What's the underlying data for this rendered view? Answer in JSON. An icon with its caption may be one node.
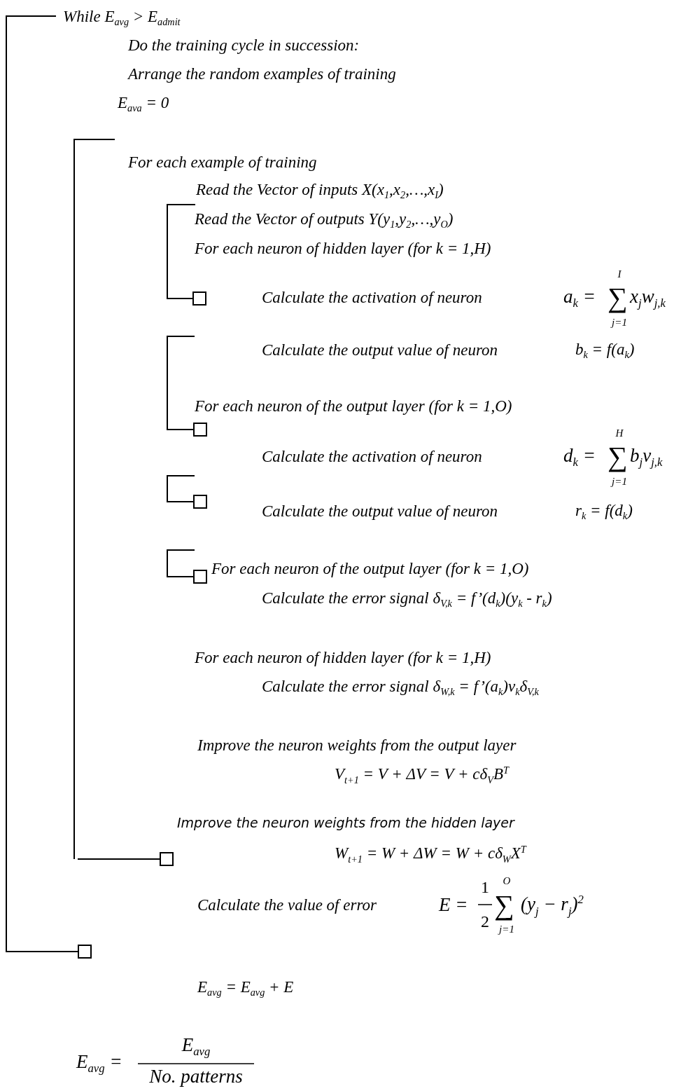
{
  "diagram": {
    "labels": [
      "While E$_{avg}$ > E$_{admit}$",
      "Do the training cycle in succession:",
      "Arrange the random examples of training",
      "E$_{ava}$ = 0",
      "For each example of training",
      "Read the Vector of inputs X(x$_{1}$,x$_{2}$,…,x$_{I}$)",
      "Read the Vector of outputs Y(y$_{1}$,y$_{2}$,…,y$_{O}$)",
      "For each neuron of hidden layer (for k = 1,H)",
      "Calculate the activation of neuron",
      "a$_{k}$ =",
      "∑",
      "I",
      "j=1",
      "x$_{j}$w$_{j,k}$",
      "Calculate the output value of neuron",
      "b$_{k}$ = f(a$_{k}$)",
      "For each neuron of the output layer (for k = 1,O)",
      "Calculate the activation of neuron",
      "d$_{k}$ =",
      "∑",
      "H",
      "j=1",
      "b$_{j}$v$_{j,k}$",
      "Calculate the output value of neuron",
      "r$_{k}$ = f(d$_{k}$)",
      "For each neuron of the output layer (for k = 1,O)",
      "Calculate the error signal δ$_{V,k}$ = f’(d$_{k}$)(y$_{k}$ - r$_{k}$)",
      "For each neuron of hidden layer (for k = 1,H)",
      "Calculate the error signal δ$_{W,k}$ = f’(a$_{k}$)v$_{k}$δ$_{V,k}$",
      "Improve the neuron weights from the output layer",
      "V$_{t+1}$ = V + ΔV = V + cδ$_{V}$B$^{T}$",
      "Improve the neuron weights from the hidden layer",
      "W$_{t+1}$ = W + ΔW = W + cδ$_{W}$X$^{T}$",
      "Calculate the value of error",
      "E =",
      "1",
      "2",
      "∑",
      "O",
      "j=1",
      "(y$_{j}$ − r$_{j}$)$^{2}$",
      "E$_{avg}$ = E$_{avg}$ + E",
      "E$_{avg}$ =",
      "E$_{avg}$",
      "No. patterns"
    ]
  }
}
